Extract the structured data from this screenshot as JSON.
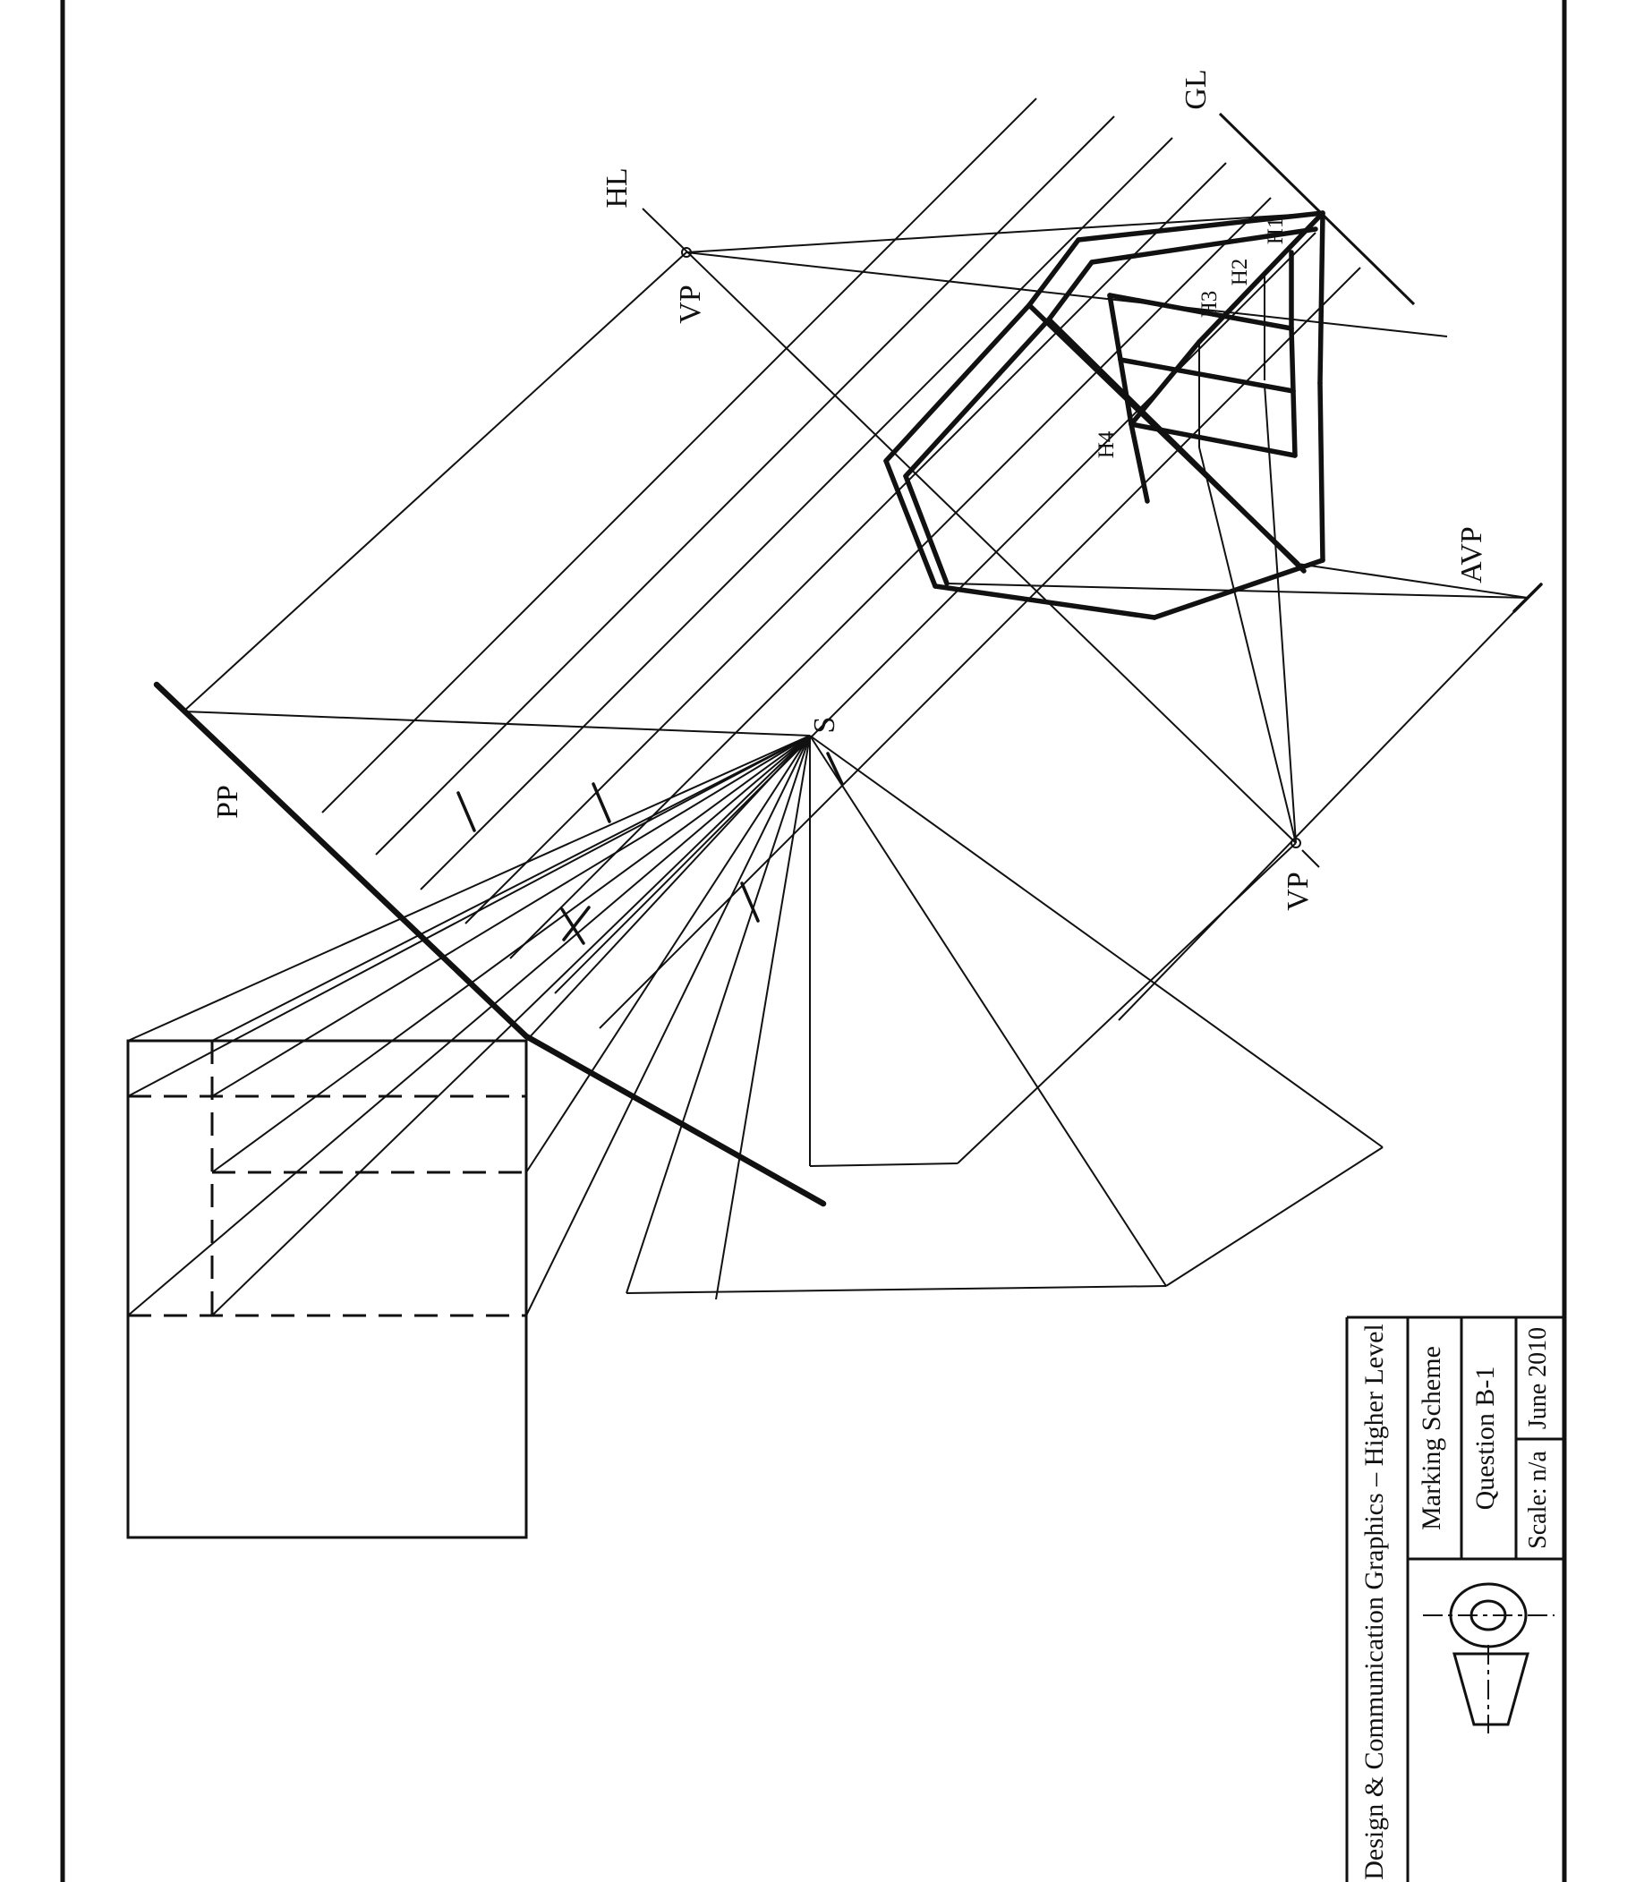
{
  "document": {
    "type": "exam-marking-scheme-drawing-sheet",
    "orientation": "landscape sheet rotated 90 degrees counter-clockwise"
  },
  "labels": {
    "pp": "PP",
    "hl": "HL",
    "vp_top": "VP",
    "gl": "GL",
    "s": "S",
    "avp": "AVP",
    "vp_bottom": "VP",
    "h1": "H1",
    "h2": "H2",
    "h3": "H3",
    "h4": "H4"
  },
  "title_block": {
    "course": "Design & Communication Graphics – Higher Level",
    "document_title": "Marking Scheme",
    "question": "Question B-1",
    "date": "June 2010",
    "scale": "Scale: n/a"
  },
  "icons": {
    "title_block_symbol": "first-angle-projection-icon (truncated cone: circular top view above trapezoidal front view)"
  },
  "colors": {
    "ink": "#111111",
    "paper": "#ffffff"
  }
}
